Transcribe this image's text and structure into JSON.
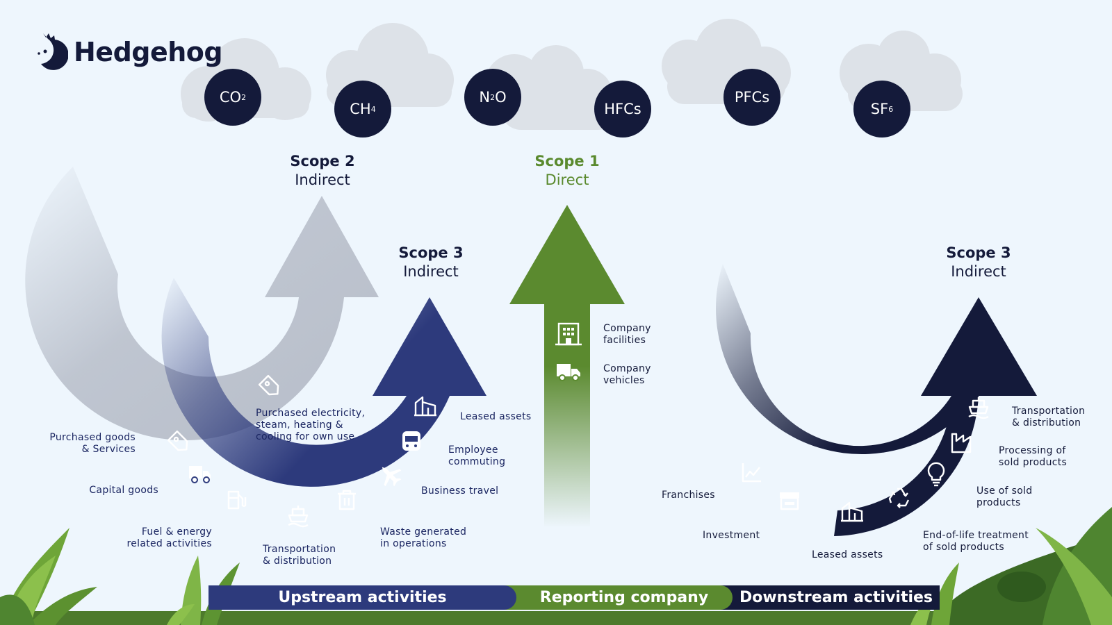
{
  "brand": {
    "name": "Hedgehog"
  },
  "gases": [
    {
      "base": "CO",
      "sub": "2"
    },
    {
      "base": "CH",
      "sub": "4"
    },
    {
      "base": "N",
      "sub": "2",
      "tail": "O"
    },
    {
      "base": "HFCs"
    },
    {
      "base": "PFCs"
    },
    {
      "base": "SF",
      "sub": "6"
    }
  ],
  "scopes": {
    "scope2": {
      "title": "Scope 2",
      "subtitle": "Indirect"
    },
    "scope1": {
      "title": "Scope 1",
      "subtitle": "Direct"
    },
    "scope3_up": {
      "title": "Scope 3",
      "subtitle": "Indirect"
    },
    "scope3_down": {
      "title": "Scope 3",
      "subtitle": "Indirect"
    }
  },
  "scope2_items": {
    "purchased_electricity": "Purchased electricity,\nsteam, heating &\ncooling for own use"
  },
  "upstream_items": {
    "purchased_goods": "Purchased goods\n& Services",
    "capital_goods": "Capital goods",
    "fuel_energy": "Fuel & energy\nrelated activities",
    "transportation": "Transportation\n& distribution",
    "waste": "Waste generated\nin operations",
    "business_travel": "Business travel",
    "employee_commuting": "Employee\ncommuting",
    "leased_assets": "Leased assets"
  },
  "scope1_items": {
    "facilities": "Company\nfacilities",
    "vehicles": "Company\nvehicles"
  },
  "downstream_items": {
    "franchises": "Franchises",
    "investment": "Investment",
    "leased_assets": "Leased assets",
    "end_of_life": "End-of-life treatment\nof sold products",
    "use_of_sold": "Use of sold\nproducts",
    "processing": "Processing of\nsold products",
    "transportation": "Transportation\n& distribution"
  },
  "bands": {
    "upstream": "Upstream activities",
    "reporting": "Reporting company",
    "downstream": "Downstream activities"
  },
  "colors": {
    "navy": "#2d3a7c",
    "dark": "#141a3a",
    "green": "#5b8a2f",
    "grey": "#b4bac6",
    "background": "#eef6fd"
  },
  "icons": {
    "gas_clouds": "cloud",
    "scope2": [
      "price-tag-icon"
    ],
    "upstream": [
      "price-tag-icon",
      "truck-icon",
      "fuel-pump-icon",
      "ship-icon",
      "trash-icon",
      "airplane-icon",
      "train-icon",
      "building-icon"
    ],
    "scope1": [
      "office-building-icon",
      "truck-icon"
    ],
    "downstream": [
      "chart-icon",
      "store-icon",
      "building-icon",
      "recycle-icon",
      "lightbulb-icon",
      "factory-icon",
      "ship-icon"
    ]
  }
}
